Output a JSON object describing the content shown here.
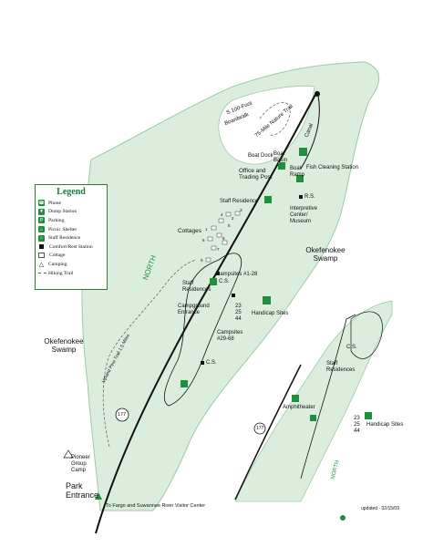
{
  "map": {
    "colors": {
      "land": "#dbeedd",
      "land_edge": "#9ccaa4",
      "road": "#111111",
      "icon_green": "#1f8f3f",
      "legend_title": "#1b7a3a"
    },
    "legend": {
      "title": "Legend",
      "items": [
        {
          "label": "Phone",
          "icon": "phone-icon"
        },
        {
          "label": "Dump Station",
          "icon": "dump-station-icon"
        },
        {
          "label": "Parking",
          "icon": "parking-icon"
        },
        {
          "label": "Picnic Shelter",
          "icon": "picnic-shelter-icon"
        },
        {
          "label": "Staff Residence",
          "icon": "staff-residence-icon"
        },
        {
          "label": "Comfort/Rest Station",
          "icon": "comfort-station-icon"
        },
        {
          "label": "Cottage",
          "icon": "cottage-icon"
        },
        {
          "label": "Camping",
          "icon": "camping-icon"
        },
        {
          "label": "Hiking Trail",
          "icon": "hiking-trail-icon"
        }
      ]
    },
    "labels": {
      "cutoff_road": "S 100-Foot",
      "trail": "Boardwalk",
      "nature_trail": "75-Mile Nature Trail",
      "canal": "Canal",
      "boat_dock": "Boat Dock",
      "boat_basin": "Boat Basin",
      "boat_ramp": "Boat Ramp",
      "office": "Office and Trading Post",
      "fish_cleaning": "Fish Cleaning Station",
      "staff_residence_top": "Staff Residence",
      "rs": "R.S.",
      "interpretive": "Interpretive Center/ Museum",
      "cottages": "Cottages",
      "swamp_right": "Okefenokee Swamp",
      "north_main": "NORTH",
      "campsites_1": "Campsites #1-28",
      "staff_res_mid": "Staff Residences",
      "cs1": "C.S.",
      "campground_entrance": "Campground Entrance",
      "site_nums": "23 25 44",
      "handicap_sites": "Handicap Sites",
      "campsites_2": "Campsites #29-68",
      "cs2": "C.S.",
      "swamp_left": "Okefenokee Swamp",
      "upland_trail": "Upland Pine Trail 1.5 Miles",
      "highway": "177",
      "pioneer": "Pioneer Group Camp",
      "park_entrance": "Park Entrance",
      "bottom_note": "To Fargo and Suwannee River Visitor Center",
      "inset_cs": "C.S.",
      "inset_staff": "Staff Residences",
      "inset_amphitheater": "Amphitheater",
      "inset_site_nums": "23 25 44",
      "inset_handicap": "Handicap Sites",
      "inset_highway": "177",
      "inset_north": "NORTH",
      "updated": "updated - 02/15/09"
    },
    "cottage_numbers": [
      "1",
      "2",
      "3",
      "4",
      "5",
      "6",
      "7",
      "8",
      "9"
    ]
  }
}
